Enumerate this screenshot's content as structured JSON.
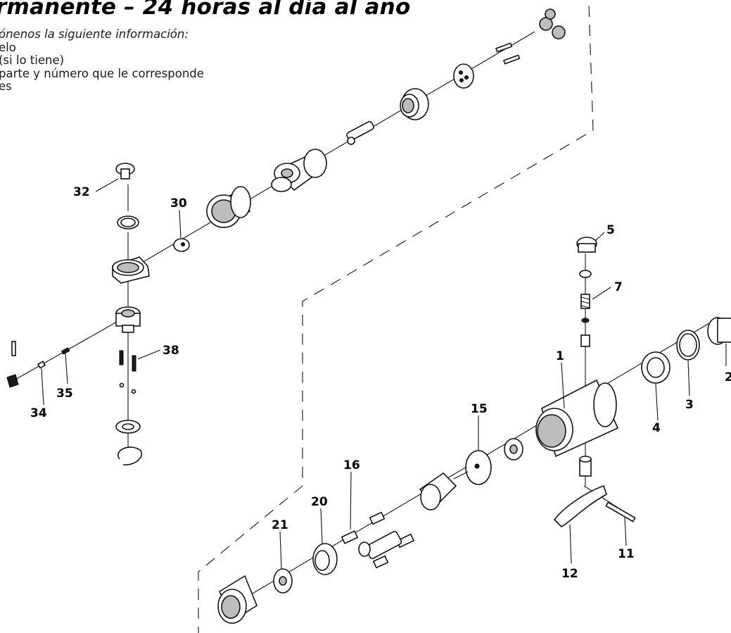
{
  "heading": {
    "title": "rmanente – 24 horas al día al año",
    "intro": "ónenos la siguiente información:",
    "lines": [
      "elo",
      "(si lo tiene)",
      "parte y número que le corresponde",
      "es"
    ]
  },
  "callouts": [
    "1",
    "3",
    "4",
    "5",
    "7",
    "11",
    "12",
    "15",
    "16",
    "20",
    "21",
    "30",
    "32",
    "34",
    "35",
    "38",
    "2"
  ]
}
